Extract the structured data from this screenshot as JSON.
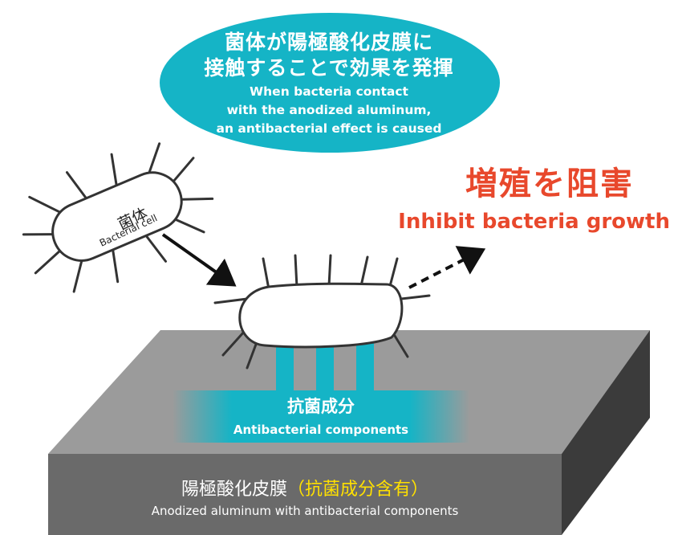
{
  "bubble": {
    "jp_line1": "菌体が陽極酸化皮膜に",
    "jp_line2": "接触することで効果を発揮",
    "en_line1": "When bacteria contact",
    "en_line2": "with the anodized aluminum,",
    "en_line3": "an antibacterial effect is caused"
  },
  "inhibit": {
    "jp": "増殖を阻害",
    "en": "Inhibit bacteria growth"
  },
  "cell": {
    "jp": "菌体",
    "en": "Bacterial cell"
  },
  "components": {
    "jp": "抗菌成分",
    "en": "Antibacterial components"
  },
  "base": {
    "jp_main": "陽極酸化皮膜",
    "jp_open": "（",
    "jp_highlight": "抗菌成分含有",
    "jp_close": "）",
    "en": "Anodized aluminum with antibacterial components"
  },
  "colors": {
    "teal": "#15b4c6",
    "red": "#e8482c",
    "yellow": "#ffe000",
    "slab_top": "#9b9b9b",
    "slab_front": "#6a6a6a",
    "slab_side": "#3b3b3b"
  }
}
